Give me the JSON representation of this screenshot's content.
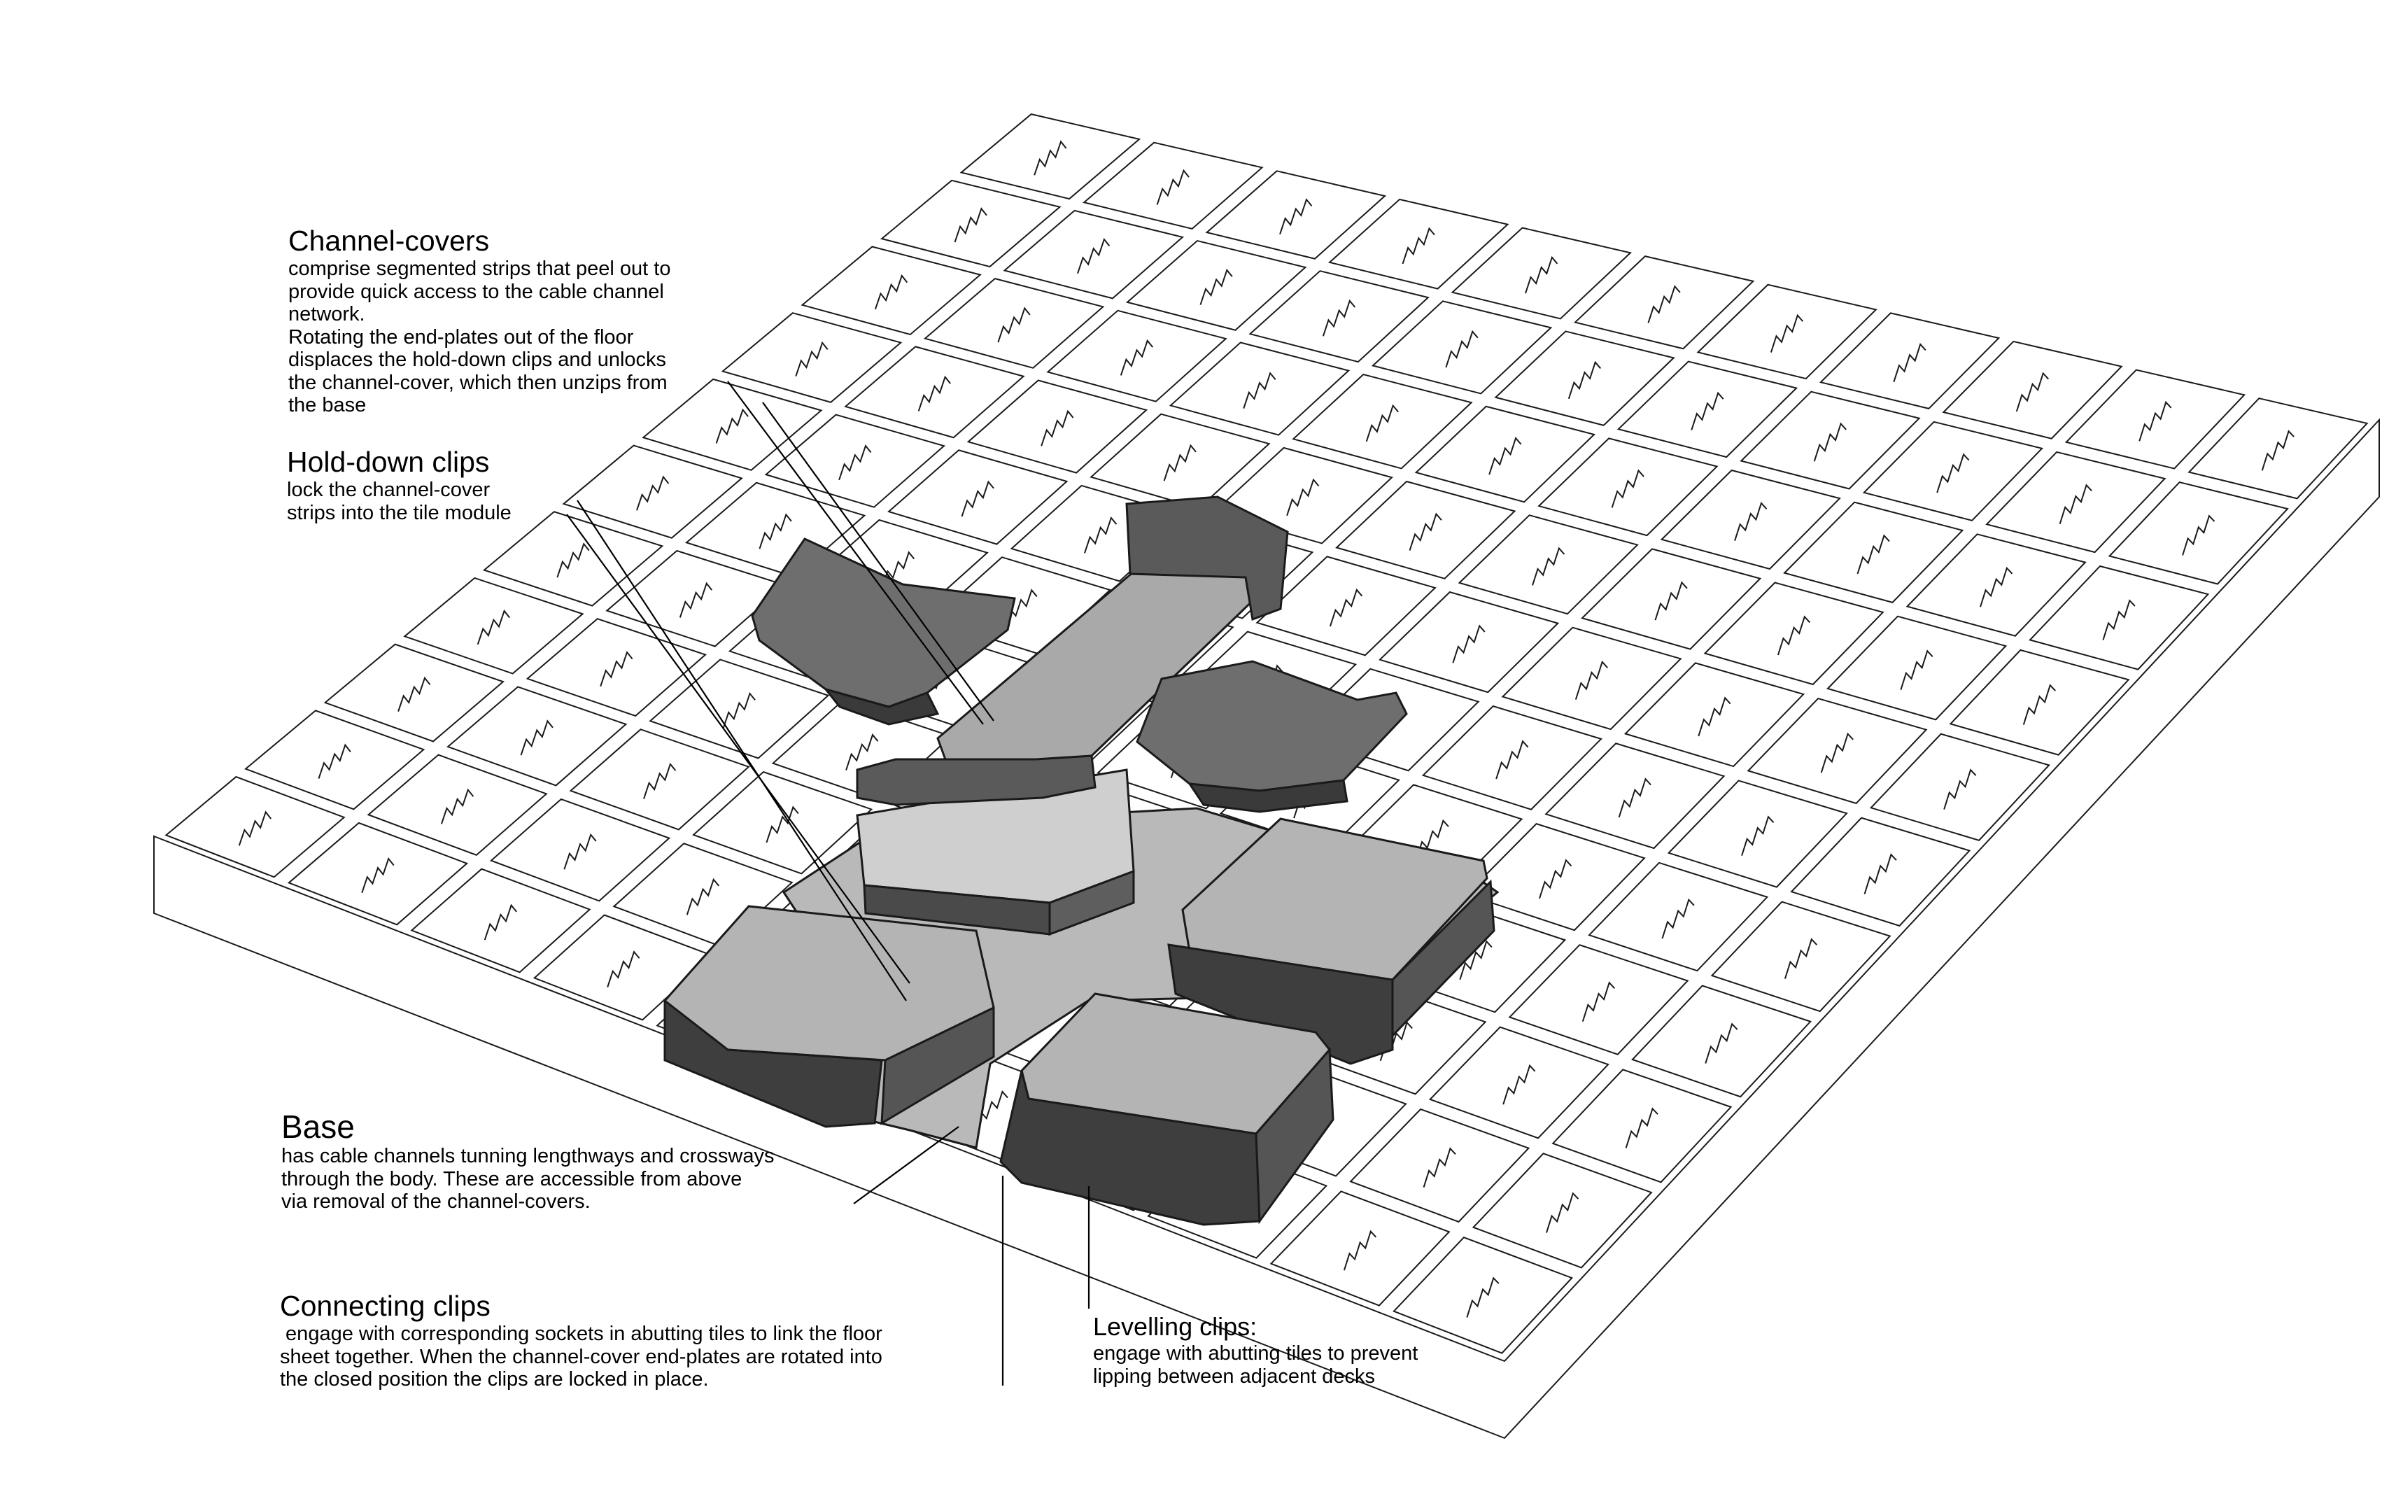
{
  "colors": {
    "background": "#ffffff",
    "tile_stroke": "#1a1a1a",
    "tile_fill": "#ffffff",
    "base_fill": "#b9b9b9",
    "base_side": "#4a4a4a",
    "cover_fill": "#6e6e6e",
    "cover_side": "#3a3a3a",
    "leader": "#000000"
  },
  "annotations": {
    "channel_covers": {
      "heading": "Channel-covers",
      "lines": [
        "comprise segmented strips that peel out to",
        "provide quick access to the cable channel",
        "network.",
        "Rotating the end-plates out of the floor",
        "displaces the hold-down clips and unlocks",
        "the channel-cover, which then unzips from",
        "the base"
      ]
    },
    "hold_down_clips": {
      "heading": "Hold-down clips",
      "lines": [
        "lock the channel-cover",
        "strips into the tile module"
      ]
    },
    "base": {
      "heading": "Base",
      "lines": [
        "has cable channels tunning lengthways and crossways",
        "through the body.  These are accessible from above",
        "via removal of the channel-covers."
      ]
    },
    "connecting_clips": {
      "heading": "Connecting clips",
      "lines": [
        " engage with corresponding sockets in abutting tiles to link the floor",
        "sheet together.  When the channel-cover end-plates are rotated into",
        "the closed position the clips are locked in place."
      ]
    },
    "levelling_clips": {
      "heading": "Levelling clips:",
      "lines": [
        "engage with abutting tiles to prevent",
        "lipping between adjacent decks"
      ]
    }
  }
}
